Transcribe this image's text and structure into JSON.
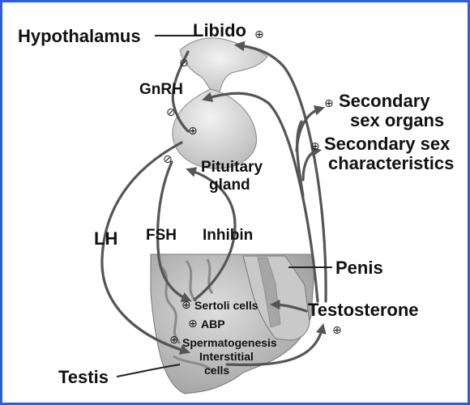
{
  "colors": {
    "frame": "#2f5fd0",
    "arrow": "#555555",
    "gland": "#d8d8d8",
    "tissue": "#bdbdbd"
  },
  "labels": {
    "hypothalamus": "Hypothalamus",
    "libido": "Libido",
    "gnrh": "GnRH",
    "pituitary_line1": "Pituitary",
    "pituitary_line2": "gland",
    "secondary_organs_line1": "Secondary",
    "secondary_organs_line2": "sex organs",
    "secondary_chars_line1": "Secondary sex",
    "secondary_chars_line2": "characteristics",
    "lh": "LH",
    "fsh": "FSH",
    "inhibin": "Inhibin",
    "penis": "Penis",
    "testosterone": "Testosterone",
    "sertoli": "Sertoli cells",
    "abp": "ABP",
    "spermatogenesis": "Spermatogenesis",
    "interstitial_line1": "Interstitial",
    "interstitial_line2": "cells",
    "testis": "Testis"
  },
  "symbols": {
    "stimulate": "⊕",
    "inhibit": "⊘"
  }
}
